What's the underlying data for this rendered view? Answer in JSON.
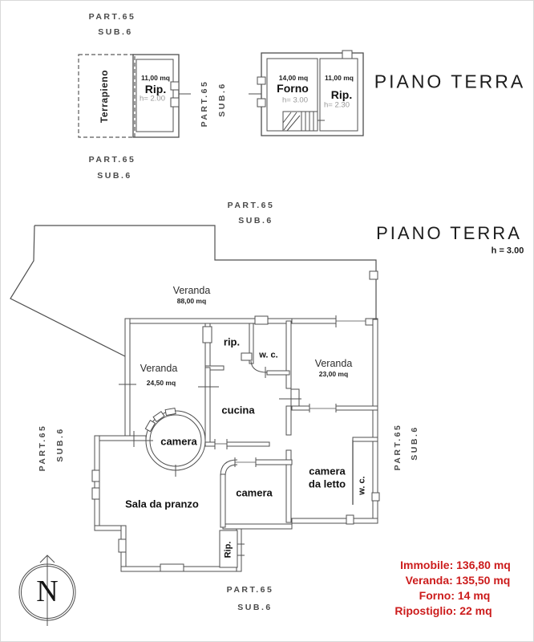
{
  "colors": {
    "line": "#4f4f4f",
    "summary_red": "#cc1c1c",
    "height_note_gray": "#979797"
  },
  "header": {
    "piano_terra_annex": "PIANO TERRA",
    "piano_terra_main": "PIANO TERRA",
    "height": "h = 3.00"
  },
  "cadastral": {
    "part": "PART.65",
    "sub": "SUB.6"
  },
  "annexes": {
    "terrapieno": "Terrapieno",
    "storage_left": {
      "area": "11,00 mq",
      "name": "Rip.",
      "height": "h= 2.00"
    },
    "forno": {
      "area": "14,00 mq",
      "name": "Forno",
      "height": "h= 3.00"
    },
    "storage_right": {
      "area": "11,00 mq",
      "name": "Rip.",
      "height": "h= 2.30"
    }
  },
  "rooms": {
    "veranda_top": {
      "name": "Veranda",
      "area": "88,00 mq"
    },
    "veranda_left": {
      "name": "Veranda",
      "area": "24,50 mq"
    },
    "veranda_right": {
      "name": "Veranda",
      "area": "23,00 mq"
    },
    "rip_small": "rip.",
    "wc_top": "w. c.",
    "cucina": "cucina",
    "camera_round": "camera",
    "camera_mid": "camera",
    "camera_letto_1": "camera",
    "camera_letto_2": "da letto",
    "wc_right": "w. c.",
    "sala": "Sala da pranzo",
    "rip_bottom": "Rip."
  },
  "summary": {
    "lines": [
      "Immobile: 136,80 mq",
      "Veranda: 135,50 mq",
      "Forno: 14 mq",
      "Ripostiglio: 22 mq"
    ]
  },
  "compass": {
    "north": "N"
  }
}
